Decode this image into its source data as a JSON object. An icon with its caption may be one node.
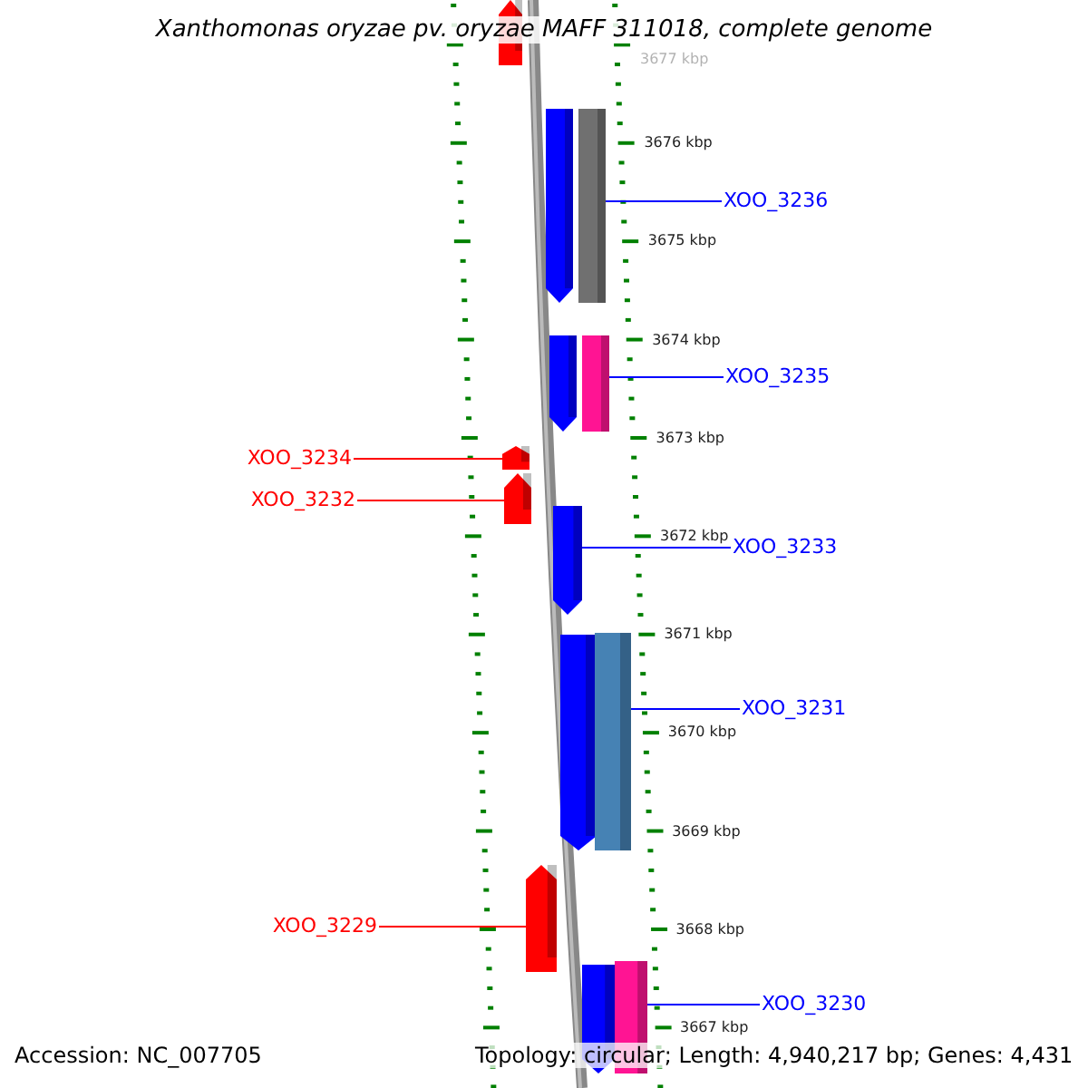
{
  "diagram": {
    "title": "Xanthomonas oryzae pv. oryzae MAFF 311018, complete genome",
    "nodes": [
      {
        "text": [],
        "shape": "arrow"
      },
      {
        "text": [],
        "shape": "arrow"
      },
      {
        "text": [],
        "shape": "bar"
      },
      {
        "text": [
          "XOO_3236"
        ]
      },
      {
        "text": [],
        "shape": "arrow"
      },
      {
        "text": [],
        "shape": "bar"
      },
      {
        "text": [
          "XOO_3235"
        ]
      },
      {
        "text": [
          "XOO_3234"
        ]
      },
      {
        "text": [],
        "shape": "arrow"
      },
      {
        "text": [
          "XOO_3232"
        ]
      },
      {
        "text": [],
        "shape": "arrow"
      },
      {
        "text": [],
        "shape": "arrow"
      },
      {
        "text": [
          "XOO_3233"
        ]
      },
      {
        "text": [],
        "shape": "arrow"
      },
      {
        "text": [],
        "shape": "bar"
      },
      {
        "text": [
          "XOO_3231"
        ]
      },
      {
        "text": [],
        "shape": "arrow"
      },
      {
        "text": [
          "XOO_3229"
        ]
      },
      {
        "text": [],
        "shape": "arrow"
      },
      {
        "text": [],
        "shape": "bar"
      },
      {
        "text": [
          "XOO_3230"
        ]
      }
    ],
    "edges": [
      {
        "from": 3,
        "to": 2,
        "arrow": "none"
      },
      {
        "from": 6,
        "to": 5,
        "arrow": "none"
      },
      {
        "from": 7,
        "to": 8,
        "arrow": "none",
        "color": "#ff0000"
      },
      {
        "from": 9,
        "to": 10,
        "arrow": "none",
        "color": "#ff0000"
      },
      {
        "from": 12,
        "to": 11,
        "arrow": "none"
      },
      {
        "from": 15,
        "to": 14,
        "arrow": "none"
      },
      {
        "from": 17,
        "to": 16,
        "arrow": "none",
        "color": "#ff0000"
      },
      {
        "from": 20,
        "to": 19,
        "arrow": "none"
      }
    ],
    "labels": [
      "3677 kbp",
      "3676 kbp",
      "3675 kbp",
      "3674 kbp",
      "3673 kbp",
      "3672 kbp",
      "3671 kbp",
      "3670 kbp",
      "3669 kbp",
      "3668 kbp",
      "3667 kbp",
      "Accession: NC_007705",
      "Topology: circular; Length: 4,940,217 bp; Genes: 4,431"
    ]
  }
}
